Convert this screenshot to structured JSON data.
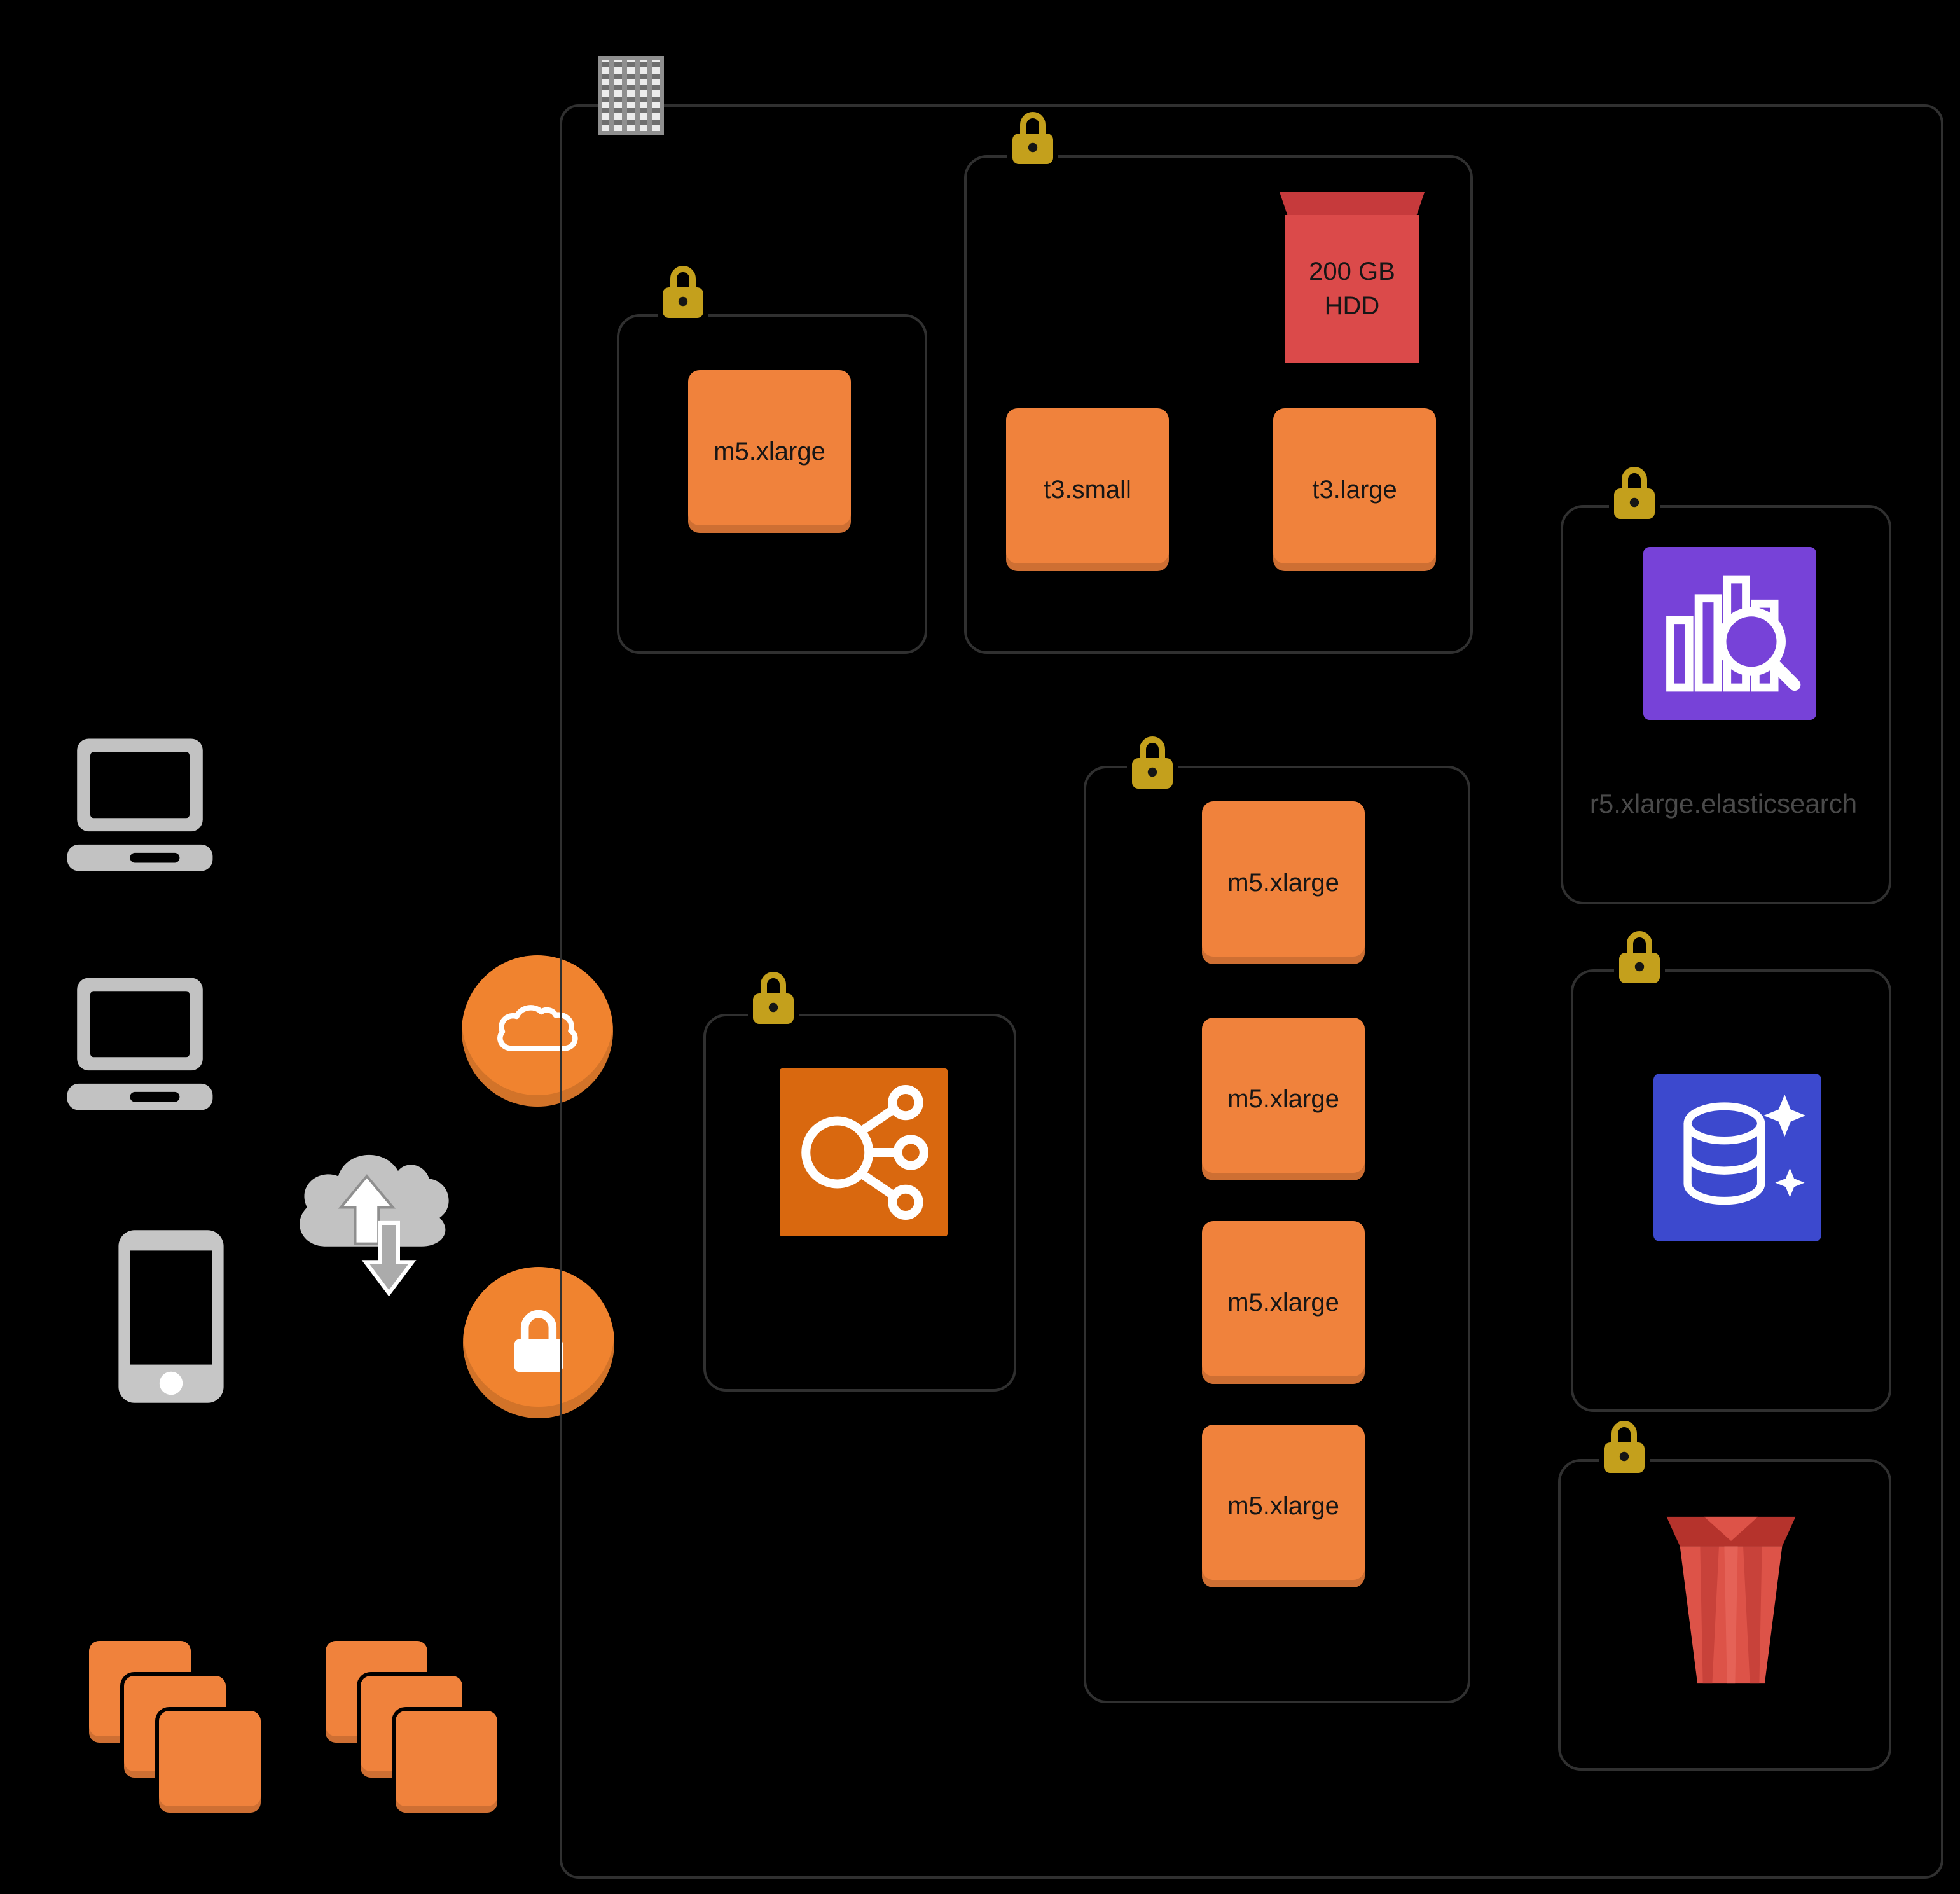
{
  "colors": {
    "ec2-orange": "#F0823C",
    "lock-gold": "#C4A01C",
    "hdd-red": "#DB4A4A",
    "hdd-lid": "#C63A3C",
    "es-purple": "#7742D8",
    "cache-blue": "#3C49CE",
    "s3-red": "#DD5348",
    "s3-dark": "#B5332C",
    "s3-mid": "#C8423A",
    "s3-light": "#E56257",
    "elb-orange": "#D9680F",
    "circle-orange": "#F0832F",
    "device-gray": "#C2C2C2",
    "border-gray": "#303030",
    "dim-label": "#4A4A4A",
    "label-dark": "#161616"
  },
  "icons": {
    "datacenter_marker": "corporate-building",
    "group_marker": "gold-padlock",
    "search_service": "elasticsearch-analytics",
    "cache_service": "database-sparkle",
    "object_storage": "s3-bucket",
    "balancer": "load-balancer-network",
    "edge_cloud": "cloud-in-orange-circle",
    "edge_auth": "lock-in-orange-circle",
    "internet": "cloud-upload-download",
    "clients": [
      "laptop",
      "laptop",
      "smartphone"
    ],
    "instance_stacks": 2
  },
  "vpc": {
    "groups": {
      "bastion": {
        "instance": "m5.xlarge"
      },
      "web": {
        "volume_line1": "200 GB",
        "volume_line2": "HDD",
        "instances": [
          "t3.small",
          "t3.large"
        ]
      },
      "search": {
        "label": "r5.xlarge.elasticsearch"
      },
      "app": {
        "instances": [
          "m5.xlarge",
          "m5.xlarge",
          "m5.xlarge",
          "m5.xlarge"
        ]
      }
    }
  }
}
